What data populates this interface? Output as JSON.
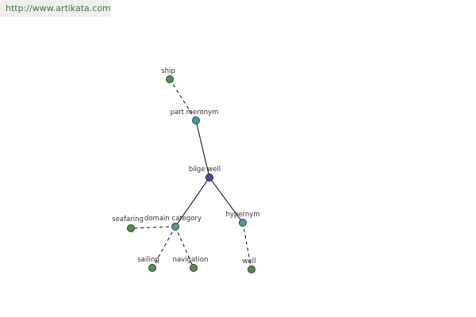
{
  "banner": {
    "url": "http://www.artikata.com"
  },
  "graph": {
    "nodes": {
      "ship": "ship",
      "part_meronym": "part meronym",
      "bilge_well": "bilge well",
      "domain_category": "domain category",
      "hypernym": "hypernym",
      "seafaring": "seafaring",
      "sailing": "sailing",
      "navigation": "navigation",
      "well": "well"
    }
  }
}
